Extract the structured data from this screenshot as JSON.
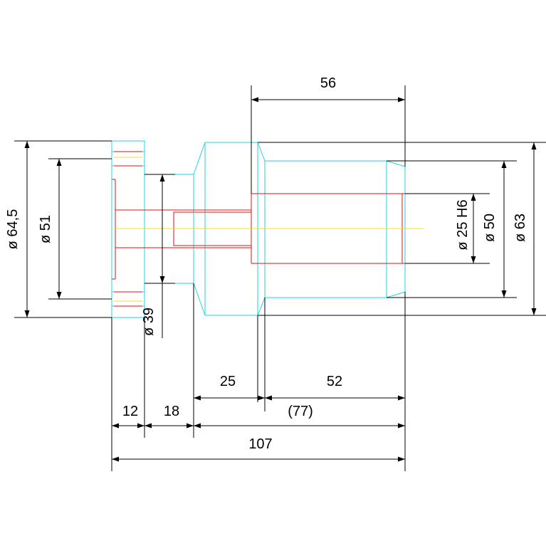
{
  "colors": {
    "background": "#ffffff",
    "dimension": "#000000",
    "outline": "#22d3e6",
    "bore": "#e01010",
    "centerline": "#f0e020"
  },
  "dimensions": {
    "len_56": "56",
    "len_25": "25",
    "len_52": "52",
    "len_77_ref": "(77)",
    "len_12": "12",
    "len_18": "18",
    "len_107": "107",
    "dia_64_5": "ø 64,5",
    "dia_51": "ø 51",
    "dia_39": "ø 39",
    "dia_25_h6": "ø 25 H6",
    "dia_50": "ø 50",
    "dia_63": "ø 63"
  }
}
